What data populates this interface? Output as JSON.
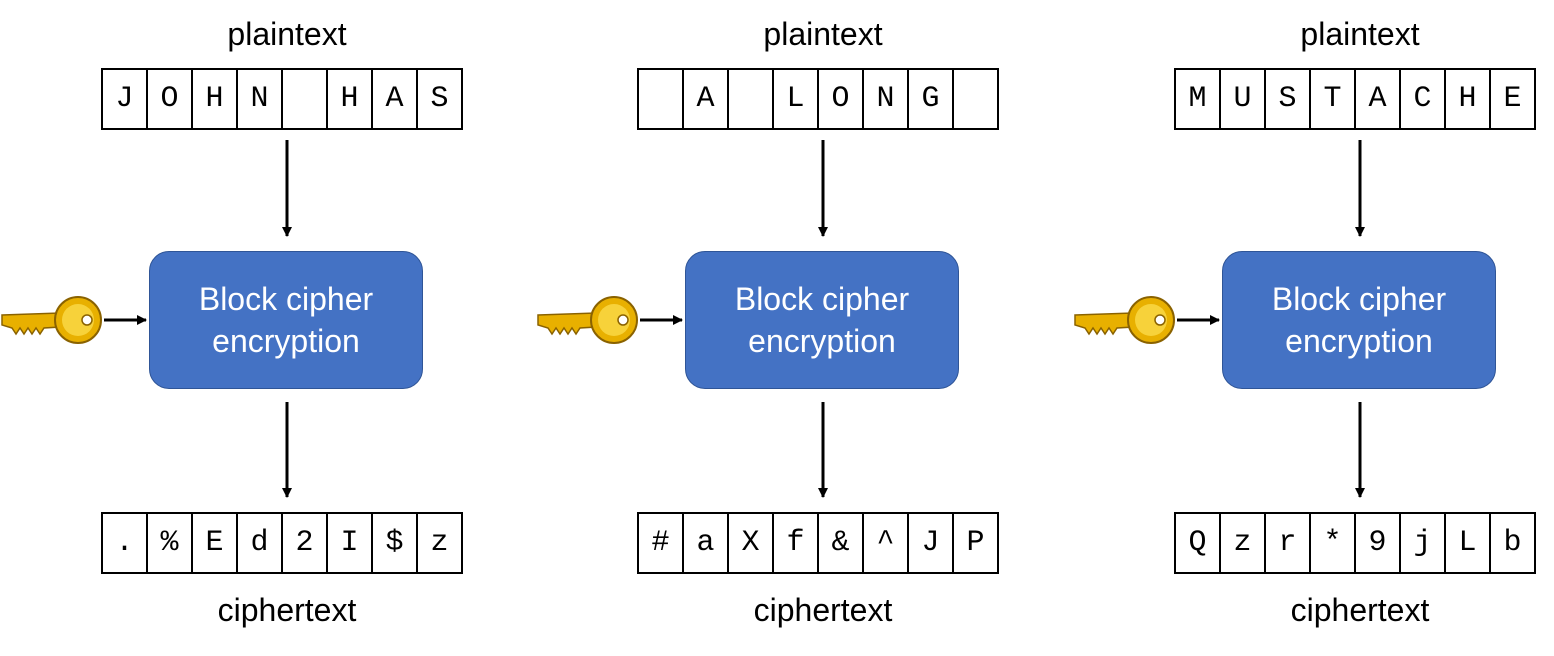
{
  "colors": {
    "box_fill": "#4472c4",
    "box_border": "#2f5597",
    "key_gold": "#e8b000"
  },
  "icons": {
    "key": "key-icon"
  },
  "units": [
    {
      "plaintext_label": "plaintext",
      "plaintext": [
        "J",
        "O",
        "H",
        "N",
        " ",
        "H",
        "A",
        "S"
      ],
      "box_line1": "Block cipher",
      "box_line2": "encryption",
      "ciphertext": [
        ".",
        "%",
        "E",
        "d",
        "2",
        "I",
        "$",
        "z"
      ],
      "ciphertext_label": "ciphertext"
    },
    {
      "plaintext_label": "plaintext",
      "plaintext": [
        " ",
        "A",
        " ",
        "L",
        "O",
        "N",
        "G",
        " "
      ],
      "box_line1": "Block cipher",
      "box_line2": "encryption",
      "ciphertext": [
        "#",
        "a",
        "X",
        "f",
        "&",
        "^",
        "J",
        "P"
      ],
      "ciphertext_label": "ciphertext"
    },
    {
      "plaintext_label": "plaintext",
      "plaintext": [
        "M",
        "U",
        "S",
        "T",
        "A",
        "C",
        "H",
        "E"
      ],
      "box_line1": "Block cipher",
      "box_line2": "encryption",
      "ciphertext": [
        "Q",
        "z",
        "r",
        "*",
        "9",
        "j",
        "L",
        "b"
      ],
      "ciphertext_label": "ciphertext"
    }
  ]
}
